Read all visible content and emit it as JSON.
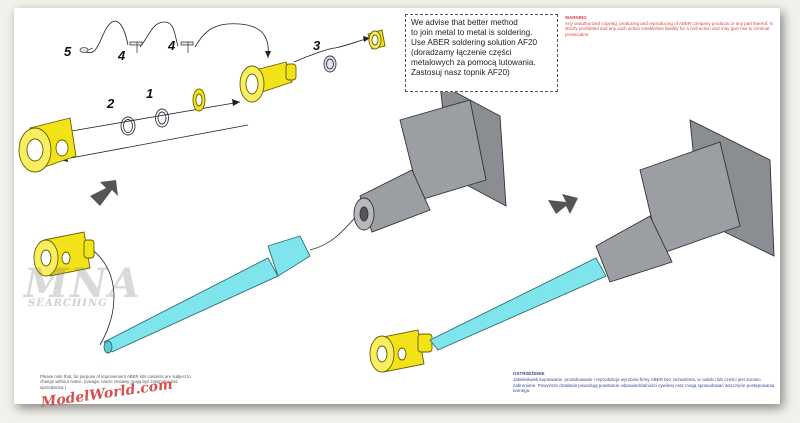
{
  "callout": {
    "lines": [
      "We advise that better method",
      "to join metal to metal is soldering.",
      "Use ABER soldering solution AF20",
      "(doradzamy łączenie części",
      "metalowych za pomocą lutowania.",
      "Zastosuj nasz topnik AF20)"
    ]
  },
  "warning": {
    "title": "WARNING",
    "body": "Any unauthorized copying, producing and reproducing of ABER company products or any part thereof, is strictly prohibited and any such action establishes liability for a civil action and may give rise to criminal prosecution."
  },
  "ostrzezenie": {
    "title": "OSTRZEŻENIE",
    "body": "Jakiekolwiek kopiowanie, produkowanie i reprodukcja wyrobów firmy ABER bez zezwolenia, w całości lub części jest surowo zabronione. Powyższe działania powodują powstanie odpowiedzialności cywilnej oraz mogą spowodować wszczęcie postępowania karnego."
  },
  "footnote": {
    "body": "Please note that, for purpose of improvement ABER kits contents are subject to change without notice. (Uwaga: nasze zestawy mogą być zmieniane bez uprzedzenia.)"
  },
  "part_numbers": {
    "p5": "5",
    "p4a": "4",
    "p4b": "4",
    "p3": "3",
    "p2": "2",
    "p1": "1"
  },
  "watermark": {
    "top": "MNA",
    "sub": "SEARCHING",
    "bottom": "ModelWorld.com"
  },
  "colors": {
    "brass": "#f2e218",
    "barrel": "#7fe5ec",
    "mantlet": "#9b9ea3",
    "warning_text": "#dd4444",
    "ostrzezenie_text": "#3a4a9a"
  }
}
